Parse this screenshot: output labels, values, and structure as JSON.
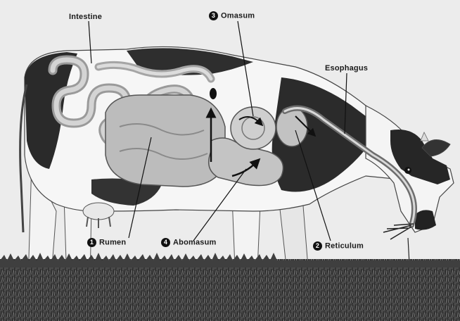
{
  "labels": {
    "intestine": {
      "text": "Intestine"
    },
    "omasum": {
      "number": "3",
      "text": "Omasum"
    },
    "esophagus": {
      "text": "Esophagus"
    },
    "rumen": {
      "number": "1",
      "text": "Rumen"
    },
    "abomasum": {
      "number": "4",
      "text": "Abomasum"
    },
    "reticulum": {
      "number": "2",
      "text": "Reticulum"
    }
  },
  "colors": {
    "background": "#efefef",
    "cow_white": "#f4f4f4",
    "cow_black": "#2b2b2b",
    "stomach_gray": "#b9b9b9",
    "grass": "#3a3a3a"
  }
}
